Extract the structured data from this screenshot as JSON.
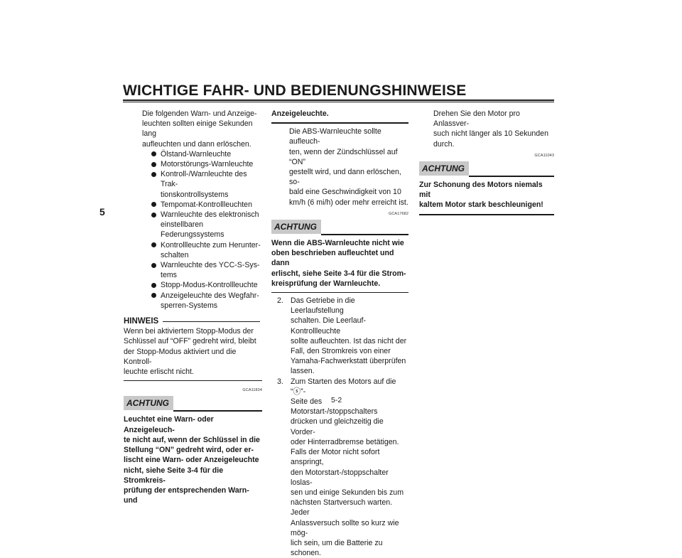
{
  "header": {
    "title": "WICHTIGE FAHR- UND BEDIENUNGSHINWEISE",
    "chapter": "5"
  },
  "page_number": "5-2",
  "col1": {
    "intro": [
      "Die folgenden Warn- und Anzeige-",
      "leuchten sollten einige Sekunden lang",
      "aufleuchten und dann erlöschen."
    ],
    "bullets": [
      [
        "Ölstand-Warnleuchte"
      ],
      [
        "Motorstörungs-Warnleuchte"
      ],
      [
        "Kontroll-/Warnleuchte des Trak-",
        "tionskontrollsystems"
      ],
      [
        "Tempomat-Kontrollleuchten"
      ],
      [
        "Warnleuchte des elektronisch",
        "einstellbaren Federungssystems"
      ],
      [
        "Kontrollleuchte zum Herunter-",
        "schalten"
      ],
      [
        "Warnleuchte des YCC-S-Sys-",
        "tems"
      ],
      [
        "Stopp-Modus-Kontrollleuchte"
      ],
      [
        "Anzeigeleuchte des Wegfahr-",
        "sperren-Systems"
      ]
    ],
    "hinweis_title": "HINWEIS",
    "hinweis_text": [
      "Wenn bei aktiviertem Stopp-Modus der",
      "Schlüssel auf “OFF” gedreht wird, bleibt",
      "der Stopp-Modus aktiviert und die Kontroll-",
      "leuchte erlischt nicht."
    ],
    "code": "GCA11834",
    "achtung": "ACHTUNG",
    "warning": [
      "Leuchtet eine Warn- oder Anzeigeleuch-",
      "te nicht auf, wenn der Schlüssel in die",
      "Stellung “ON” gedreht wird, oder er-",
      "lischt eine Warn- oder Anzeigeleuchte",
      "nicht, siehe Seite 3-4 für die Stromkreis-",
      "prüfung der entsprechenden Warn- und"
    ]
  },
  "col2": {
    "warning_cont": "Anzeigeleuchte.",
    "abs_text": [
      "Die ABS-Warnleuchte sollte aufleuch-",
      "ten, wenn der Zündschlüssel auf “ON”",
      "gestellt wird, und dann erlöschen, so-",
      "bald eine Geschwindigkeit von 10",
      "km/h (6 mi/h) oder mehr erreicht ist."
    ],
    "code": "GCA17682",
    "achtung": "ACHTUNG",
    "warning": [
      "Wenn die ABS-Warnleuchte nicht wie",
      "oben beschrieben aufleuchtet und dann",
      "erlischt, siehe Seite 3-4 für die Strom-",
      "kreisprüfung der Warnleuchte."
    ],
    "steps": [
      {
        "num": "2.",
        "lines": [
          "Das Getriebe in die Leerlaufstellung",
          "schalten. Die Leerlauf-Kontrollleuchte",
          "sollte aufleuchten. Ist das nicht der",
          "Fall, den Stromkreis von einer",
          "Yamaha-Fachwerkstatt überprüfen",
          "lassen."
        ]
      },
      {
        "num": "3.",
        "lines": [
          "Zum Starten des Motors auf die “ⓢ”-",
          "Seite des Motorstart-/stoppschalters",
          "drücken und gleichzeitig die Vorder-",
          "oder Hinterradbremse betätigen.",
          "Falls der Motor nicht sofort anspringt,",
          "den Motorstart-/stoppschalter loslas-",
          "sen und einige Sekunden bis zum",
          "nächsten Startversuch warten. Jeder",
          "Anlassversuch sollte so kurz wie mög-",
          "lich sein, um die Batterie zu schonen."
        ]
      }
    ]
  },
  "col3": {
    "text": [
      "Drehen Sie den Motor pro Anlassver-",
      "such nicht länger als 10 Sekunden",
      "durch."
    ],
    "code": "GCA11043",
    "achtung": "ACHTUNG",
    "warning": [
      "Zur Schonung des Motors niemals mit",
      "kaltem Motor stark beschleunigen!"
    ]
  }
}
